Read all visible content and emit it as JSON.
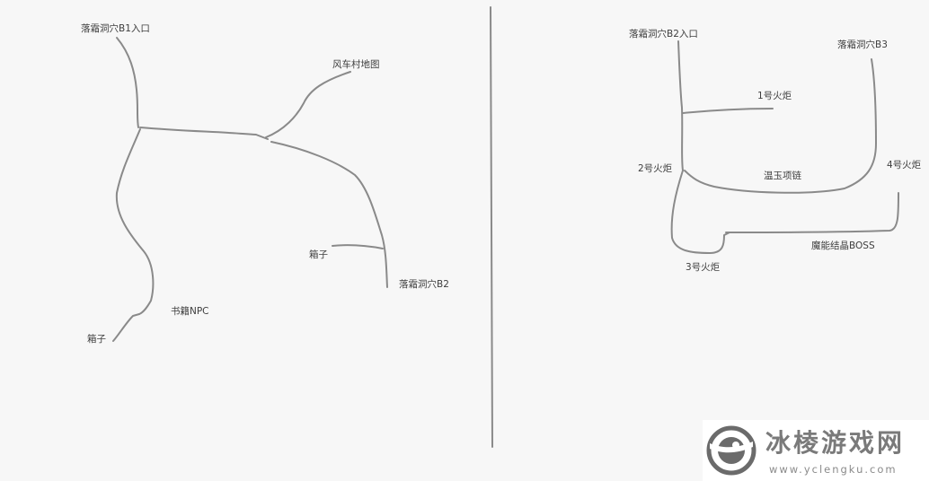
{
  "left_map": {
    "labels": {
      "b1_entrance": "落霜洞穴B1入口",
      "windmill_map": "风车村地图",
      "chest_right": "箱子",
      "b2": "落霜洞穴B2",
      "book_npc": "书籍NPC",
      "chest_left": "箱子"
    }
  },
  "right_map": {
    "labels": {
      "b2_entrance": "落霜洞穴B2入口",
      "b3": "落霜洞穴B3",
      "torch_1": "1号火炬",
      "torch_2": "2号火炬",
      "warm_jade_necklace": "温玉项链",
      "torch_4": "4号火炬",
      "boss": "魔能结晶BOSS",
      "torch_3": "3号火炬"
    }
  },
  "watermark": {
    "title": "冰棱游戏网",
    "url": "www.yclengku.com"
  }
}
